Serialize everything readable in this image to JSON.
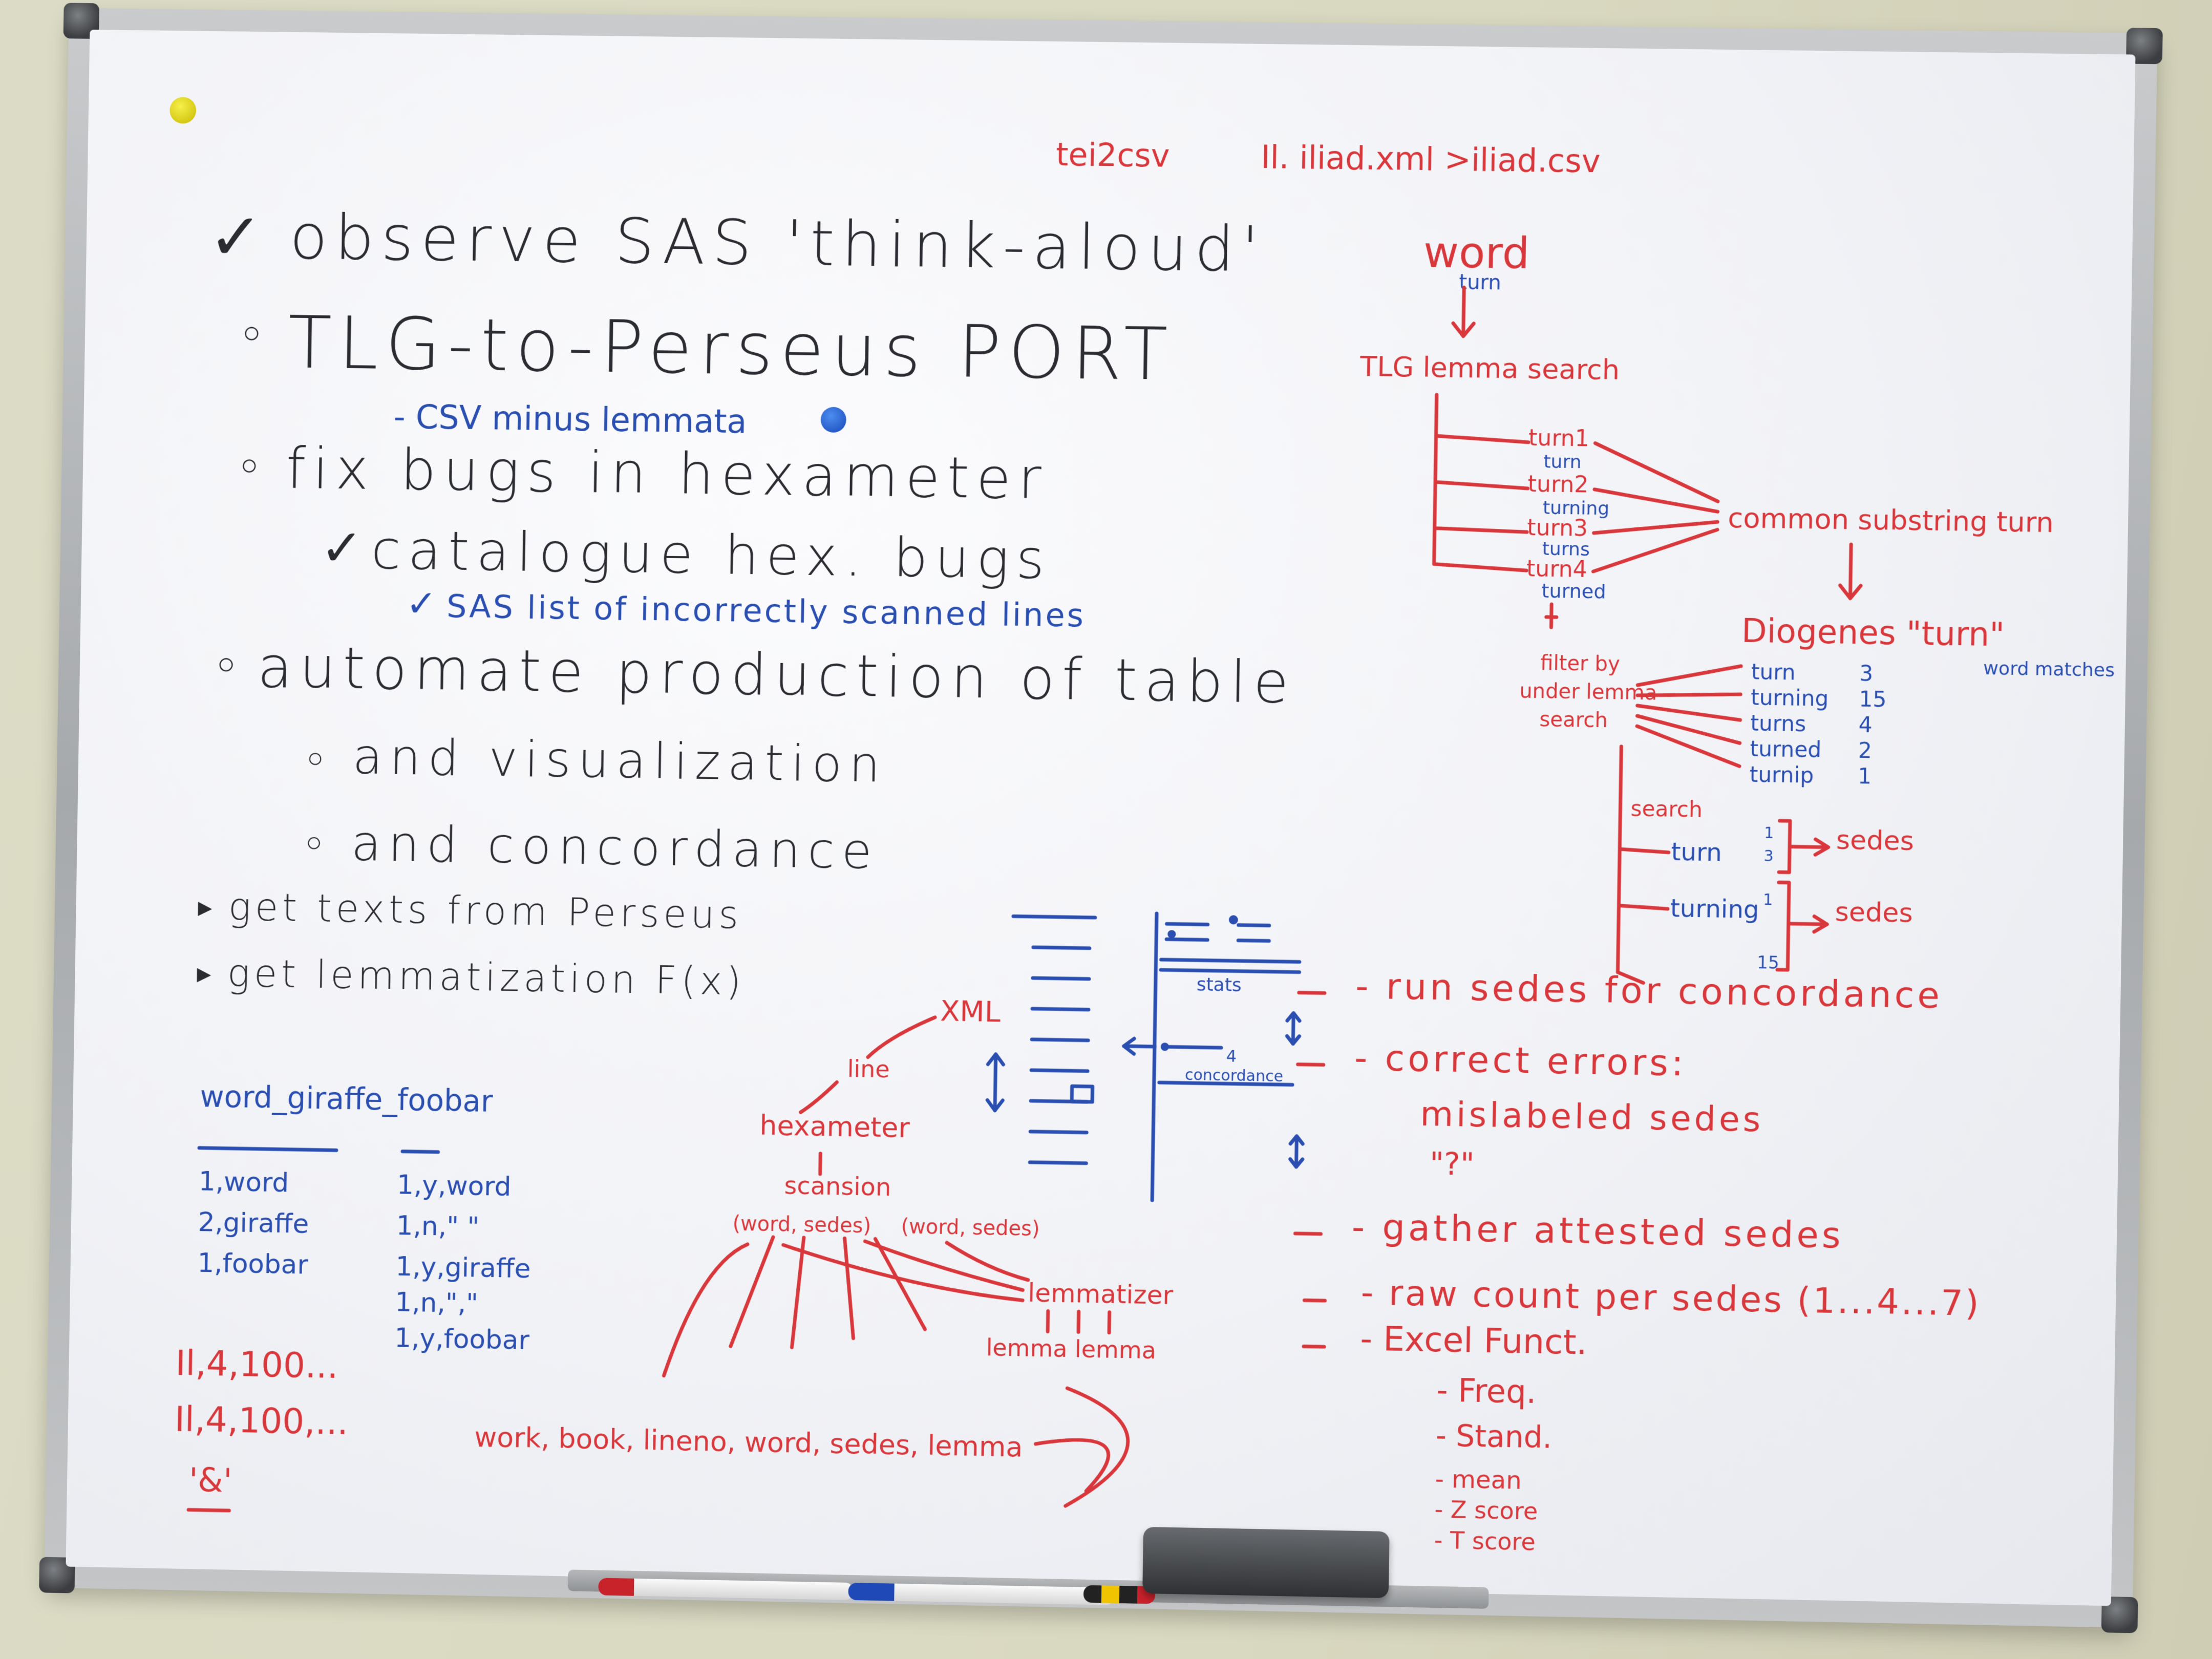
{
  "board": {
    "top_right": {
      "cmd1": "tei2csv",
      "cmd2": "Il. iliad.xml >iliad.csv"
    },
    "todo": [
      {
        "text": "observe SAS 'think-aloud'"
      },
      {
        "text": "TLG-to-Perseus PORT"
      },
      {
        "text": "- CSV minus lemmata"
      },
      {
        "text": "fix bugs in hexameter"
      },
      {
        "text": "catalogue hex. bugs"
      },
      {
        "text": "SAS list of incorrectly scanned lines"
      },
      {
        "text": "automate production of table"
      },
      {
        "text": "and visualization"
      },
      {
        "text": "and concordance"
      },
      {
        "text": "get texts from Perseus"
      },
      {
        "text": "get lemmatization F(x)"
      }
    ],
    "word_flow": {
      "word": "word",
      "turn": "turn",
      "tlg": "TLG lemma search",
      "forms": [
        "turn1",
        "turn",
        "turn2",
        "turning",
        "turn3",
        "turns",
        "turn4",
        "turned"
      ],
      "common": "common substring turn",
      "diogenes": "Diogenes \"turn\"",
      "matches_label": "word matches",
      "filter": [
        "filter by",
        "under lemma",
        "search"
      ],
      "counts": [
        {
          "w": "turn",
          "n": "3"
        },
        {
          "w": "turning",
          "n": "15"
        },
        {
          "w": "turns",
          "n": "4"
        },
        {
          "w": "turned",
          "n": "2"
        },
        {
          "w": "turnip",
          "n": "1"
        }
      ],
      "search": "search",
      "branch1": "turn",
      "branch2": "turning",
      "sedes1": "sedes",
      "sedes2": "sedes",
      "idx": [
        "1",
        "3",
        "1",
        "15"
      ]
    },
    "stats_diagram": {
      "stats": "stats",
      "concordance": "concordance",
      "four": "4"
    },
    "right_list": [
      {
        "text": "- run sedes for concordance"
      },
      {
        "text": "- correct errors:"
      },
      {
        "text": "mislabeled sedes"
      },
      {
        "text": "\"?\""
      },
      {
        "text": "- gather attested sedes"
      },
      {
        "text": "- raw count per sedes (1...4...7)"
      },
      {
        "text": "- Excel Funct."
      },
      {
        "text": "- Freq."
      },
      {
        "text": "- Stand."
      },
      {
        "text": "- mean"
      },
      {
        "text": "- Z score"
      },
      {
        "text": "- T score"
      }
    ],
    "xml_tree": {
      "xml": "XML",
      "line": "line",
      "hexameter": "hexameter",
      "scansion": "scansion",
      "pair1": "(word, sedes)",
      "pair2": "(word, sedes)",
      "lemmatizer": "lemmatizer",
      "lemma": "lemma lemma",
      "row": "work, book, lineno, word, sedes, lemma"
    },
    "left_bottom": {
      "header": "word_giraffe_foobar",
      "col1": [
        "1,word",
        "2,giraffe",
        "1,foobar"
      ],
      "col2": [
        "1,y,word",
        "1,n,\" \"",
        "1,y,giraffe",
        "1,n,\",\"",
        "1,y,foobar"
      ],
      "il1": "Il,4,100...",
      "il2": "Il,4,100,...",
      "quote": "'&'"
    }
  }
}
